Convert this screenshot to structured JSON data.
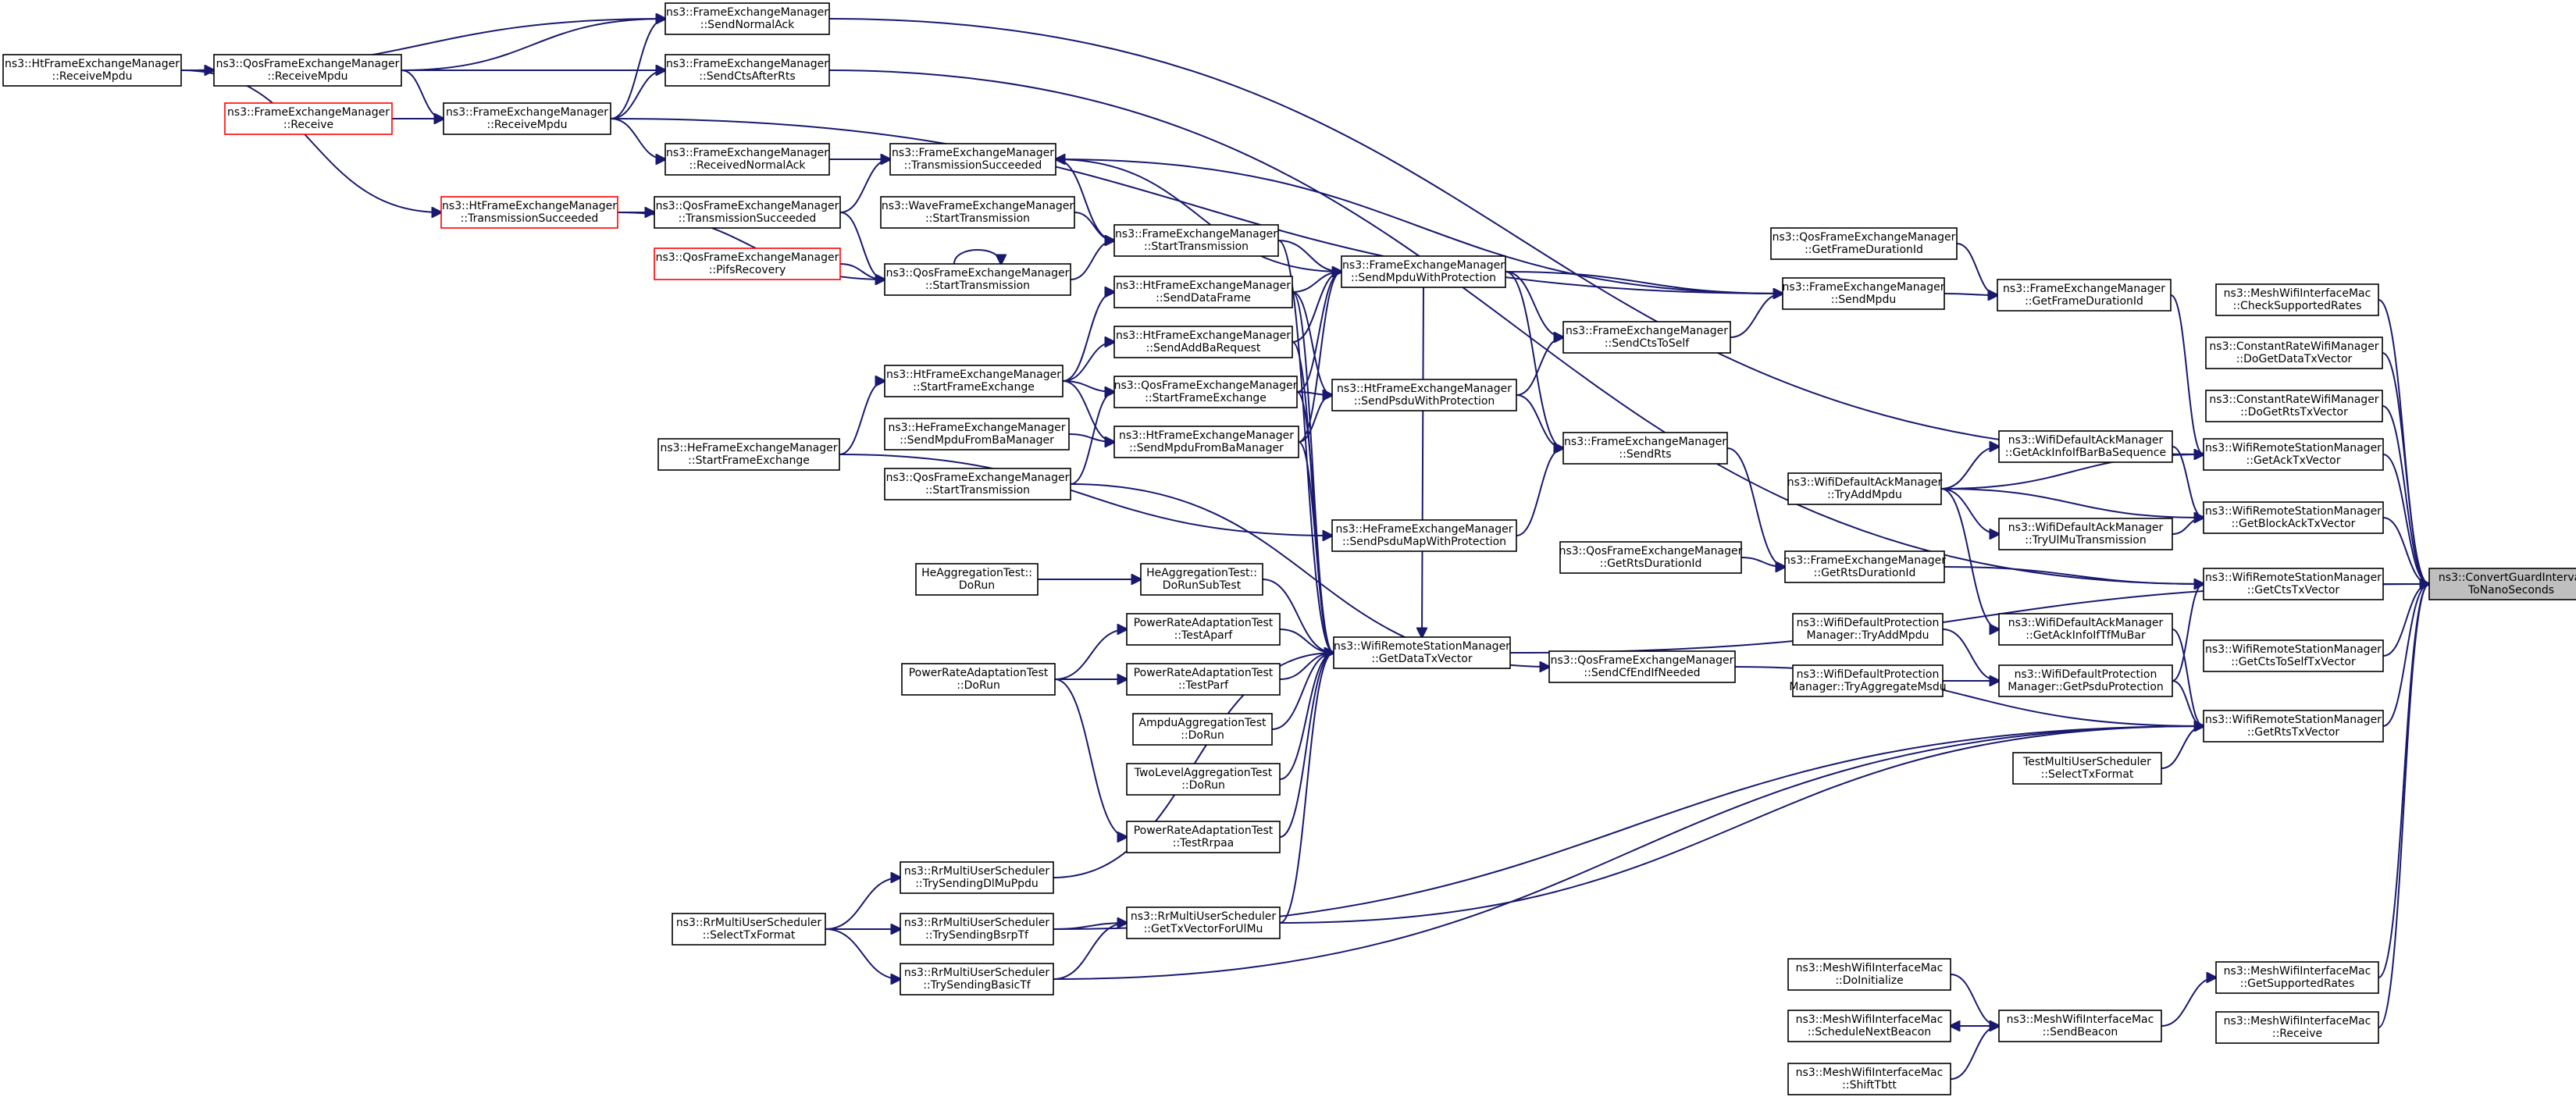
{
  "nodes": [
    {
      "id": "target",
      "lines": [
        "ns3::ConvertGuardInterval",
        "ToNanoSeconds"
      ],
      "style": "target"
    },
    {
      "id": "meshCheck",
      "lines": [
        "ns3::MeshWifiInterfaceMac",
        "::CheckSupportedRates"
      ]
    },
    {
      "id": "crDoGetData",
      "lines": [
        "ns3::ConstantRateWifiManager",
        "::DoGetDataTxVector"
      ]
    },
    {
      "id": "crDoGetRts",
      "lines": [
        "ns3::ConstantRateWifiManager",
        "::DoGetRtsTxVector"
      ]
    },
    {
      "id": "rsmAck",
      "lines": [
        "ns3::WifiRemoteStationManager",
        "::GetAckTxVector"
      ]
    },
    {
      "id": "rsmBlockAck",
      "lines": [
        "ns3::WifiRemoteStationManager",
        "::GetBlockAckTxVector"
      ]
    },
    {
      "id": "rsmCts",
      "lines": [
        "ns3::WifiRemoteStationManager",
        "::GetCtsTxVector"
      ]
    },
    {
      "id": "rsmCtsToSelf",
      "lines": [
        "ns3::WifiRemoteStationManager",
        "::GetCtsToSelfTxVector"
      ]
    },
    {
      "id": "rsmRts",
      "lines": [
        "ns3::WifiRemoteStationManager",
        "::GetRtsTxVector"
      ]
    },
    {
      "id": "meshGetSupported",
      "lines": [
        "ns3::MeshWifiInterfaceMac",
        "::GetSupportedRates"
      ]
    },
    {
      "id": "meshReceive",
      "lines": [
        "ns3::MeshWifiInterfaceMac",
        "::Receive"
      ]
    },
    {
      "id": "qosGetFrameDur",
      "lines": [
        "ns3::QosFrameExchangeManager",
        "::GetFrameDurationId"
      ]
    },
    {
      "id": "femGetFrameDur",
      "lines": [
        "ns3::FrameExchangeManager",
        "::GetFrameDurationId"
      ]
    },
    {
      "id": "femSendMpdu",
      "lines": [
        "ns3::FrameExchangeManager",
        "::SendMpdu"
      ]
    },
    {
      "id": "ackGetBar",
      "lines": [
        "ns3::WifiDefaultAckManager",
        "::GetAckInfoIfBarBaSequence"
      ]
    },
    {
      "id": "ackTryAdd",
      "lines": [
        "ns3::WifiDefaultAckManager",
        "::TryAddMpdu"
      ]
    },
    {
      "id": "ackTryUlMu",
      "lines": [
        "ns3::WifiDefaultAckManager",
        "::TryUlMuTransmission"
      ]
    },
    {
      "id": "qosGetRtsDur",
      "lines": [
        "ns3::QosFrameExchangeManager",
        "::GetRtsDurationId"
      ]
    },
    {
      "id": "femGetRtsDur",
      "lines": [
        "ns3::FrameExchangeManager",
        "::GetRtsDurationId"
      ]
    },
    {
      "id": "protTryAdd",
      "lines": [
        "ns3::WifiDefaultProtection",
        "Manager::TryAddMpdu"
      ]
    },
    {
      "id": "protTryAgg",
      "lines": [
        "ns3::WifiDefaultProtection",
        "Manager::TryAggregateMsdu"
      ]
    },
    {
      "id": "ackGetTf",
      "lines": [
        "ns3::WifiDefaultAckManager",
        "::GetAckInfoIfTfMuBar"
      ]
    },
    {
      "id": "protGetPsdu",
      "lines": [
        "ns3::WifiDefaultProtection",
        "Manager::GetPsduProtection"
      ]
    },
    {
      "id": "tmuSelect",
      "lines": [
        "TestMultiUserScheduler",
        "::SelectTxFormat"
      ]
    },
    {
      "id": "meshDoInit",
      "lines": [
        "ns3::MeshWifiInterfaceMac",
        "::DoInitialize"
      ]
    },
    {
      "id": "meshSchedule",
      "lines": [
        "ns3::MeshWifiInterfaceMac",
        "::ScheduleNextBeacon"
      ]
    },
    {
      "id": "meshShift",
      "lines": [
        "ns3::MeshWifiInterfaceMac",
        "::ShiftTbtt"
      ]
    },
    {
      "id": "meshSendBeacon",
      "lines": [
        "ns3::MeshWifiInterfaceMac",
        "::SendBeacon"
      ]
    },
    {
      "id": "femSendNormalAck",
      "lines": [
        "ns3::FrameExchangeManager",
        "::SendNormalAck"
      ]
    },
    {
      "id": "femSendCts",
      "lines": [
        "ns3::FrameExchangeManager",
        "::SendCtsAfterRts"
      ]
    },
    {
      "id": "femRecvNormalAck",
      "lines": [
        "ns3::FrameExchangeManager",
        "::ReceivedNormalAck"
      ]
    },
    {
      "id": "femTxSucc",
      "lines": [
        "ns3::FrameExchangeManager",
        "::TransmissionSucceeded"
      ]
    },
    {
      "id": "waveStartTx",
      "lines": [
        "ns3::WaveFrameExchangeManager",
        "::StartTransmission"
      ]
    },
    {
      "id": "femStartTx",
      "lines": [
        "ns3::FrameExchangeManager",
        "::StartTransmission"
      ]
    },
    {
      "id": "femSendMpduProt",
      "lines": [
        "ns3::FrameExchangeManager",
        "::SendMpduWithProtection"
      ]
    },
    {
      "id": "femSendCtsToSelf",
      "lines": [
        "ns3::FrameExchangeManager",
        "::SendCtsToSelf"
      ]
    },
    {
      "id": "htSendPsduProt",
      "lines": [
        "ns3::HtFrameExchangeManager",
        "::SendPsduWithProtection"
      ]
    },
    {
      "id": "femSendRts",
      "lines": [
        "ns3::FrameExchangeManager",
        "::SendRts"
      ]
    },
    {
      "id": "heSendPsduMap",
      "lines": [
        "ns3::HeFrameExchangeManager",
        "::SendPsduMapWithProtection"
      ]
    },
    {
      "id": "qosSendCfEnd",
      "lines": [
        "ns3::QosFrameExchangeManager",
        "::SendCfEndIfNeeded"
      ]
    },
    {
      "id": "rsmGetData",
      "lines": [
        "ns3::WifiRemoteStationManager",
        "::GetDataTxVector"
      ]
    },
    {
      "id": "htRecvMpdu",
      "lines": [
        "ns3::HtFrameExchangeManager",
        "::ReceiveMpdu"
      ]
    },
    {
      "id": "qosRecvMpdu",
      "lines": [
        "ns3::QosFrameExchangeManager",
        "::ReceiveMpdu"
      ]
    },
    {
      "id": "femReceive",
      "lines": [
        "ns3::FrameExchangeManager",
        "::Receive"
      ],
      "style": "red"
    },
    {
      "id": "femRecvMpdu",
      "lines": [
        "ns3::FrameExchangeManager",
        "::ReceiveMpdu"
      ]
    },
    {
      "id": "htTxSucc",
      "lines": [
        "ns3::HtFrameExchangeManager",
        "::TransmissionSucceeded"
      ],
      "style": "red"
    },
    {
      "id": "qosTxSucc",
      "lines": [
        "ns3::QosFrameExchangeManager",
        "::TransmissionSucceeded"
      ]
    },
    {
      "id": "qosPifs",
      "lines": [
        "ns3::QosFrameExchangeManager",
        "::PifsRecovery"
      ],
      "style": "red"
    },
    {
      "id": "qosStartTx",
      "lines": [
        "ns3::QosFrameExchangeManager",
        "::StartTransmission"
      ]
    },
    {
      "id": "htSendData",
      "lines": [
        "ns3::HtFrameExchangeManager",
        "::SendDataFrame"
      ]
    },
    {
      "id": "htSendAddBa",
      "lines": [
        "ns3::HtFrameExchangeManager",
        "::SendAddBaRequest"
      ]
    },
    {
      "id": "htStartFE",
      "lines": [
        "ns3::HtFrameExchangeManager",
        "::StartFrameExchange"
      ]
    },
    {
      "id": "qosStartFE",
      "lines": [
        "ns3::QosFrameExchangeManager",
        "::StartFrameExchange"
      ]
    },
    {
      "id": "heSendMpduBa",
      "lines": [
        "ns3::HeFrameExchangeManager",
        "::SendMpduFromBaManager"
      ]
    },
    {
      "id": "htSendMpduBa",
      "lines": [
        "ns3::HtFrameExchangeManager",
        "::SendMpduFromBaManager"
      ]
    },
    {
      "id": "heStartFE",
      "lines": [
        "ns3::HeFrameExchangeManager",
        "::StartFrameExchange"
      ]
    },
    {
      "id": "qosStartTx2",
      "lines": [
        "ns3::QosFrameExchangeManager",
        "::StartTransmission"
      ]
    },
    {
      "id": "aggDoRun",
      "lines": [
        "HeAggregationTest::",
        "DoRun"
      ]
    },
    {
      "id": "aggDoRunSub",
      "lines": [
        "HeAggregationTest::",
        "DoRunSubTest"
      ]
    },
    {
      "id": "praAparf",
      "lines": [
        "PowerRateAdaptationTest",
        "::TestAparf"
      ]
    },
    {
      "id": "praDoRun",
      "lines": [
        "PowerRateAdaptationTest",
        "::DoRun"
      ]
    },
    {
      "id": "praParf",
      "lines": [
        "PowerRateAdaptationTest",
        "::TestParf"
      ]
    },
    {
      "id": "ampduDoRun",
      "lines": [
        "AmpduAggregationTest",
        "::DoRun"
      ]
    },
    {
      "id": "twoLevelDoRun",
      "lines": [
        "TwoLevelAggregationTest",
        "::DoRun"
      ]
    },
    {
      "id": "praRrpaa",
      "lines": [
        "PowerRateAdaptationTest",
        "::TestRrpaa"
      ]
    },
    {
      "id": "rrDlMu",
      "lines": [
        "ns3::RrMultiUserScheduler",
        "::TrySendingDlMuPpdu"
      ]
    },
    {
      "id": "rrSelect",
      "lines": [
        "ns3::RrMultiUserScheduler",
        "::SelectTxFormat"
      ]
    },
    {
      "id": "rrBsrp",
      "lines": [
        "ns3::RrMultiUserScheduler",
        "::TrySendingBsrpTf"
      ]
    },
    {
      "id": "rrGetTxUl",
      "lines": [
        "ns3::RrMultiUserScheduler",
        "::GetTxVectorForUlMu"
      ]
    },
    {
      "id": "rrBasic",
      "lines": [
        "ns3::RrMultiUserScheduler",
        "::TrySendingBasicTf"
      ]
    }
  ]
}
